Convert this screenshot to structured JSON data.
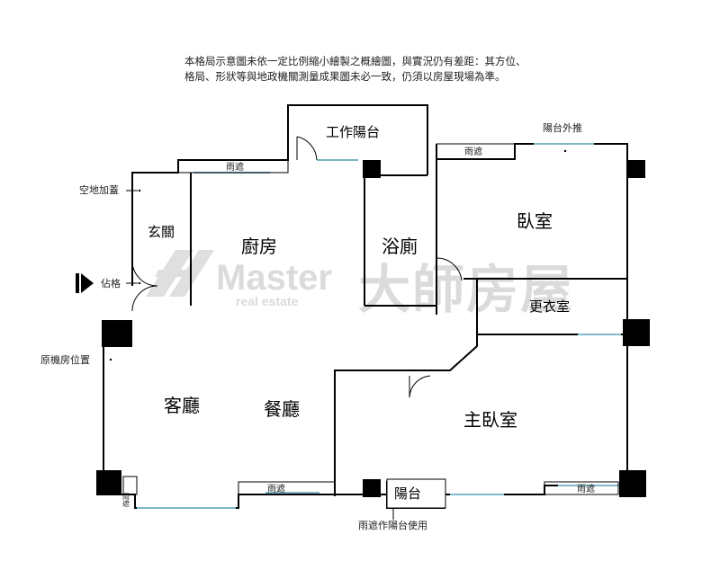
{
  "disclaimer": {
    "line1": "本格局示意圖未依一定比例縮小繪製之概繪圖，與實況仍有差距：其方位、",
    "line2": "格局、形狀等與地政機關測量成果圖未必一致，仍須以房屋現場為準。"
  },
  "rooms": {
    "work_balcony": "工作陽台",
    "entrance": "玄關",
    "kitchen": "廚房",
    "bathroom": "浴廁",
    "bedroom": "臥室",
    "closet": "更衣室",
    "living_room": "客廳",
    "dining_room": "餐廳",
    "master_bedroom": "主臥室",
    "balcony": "陽台"
  },
  "annotations": {
    "canopy_top": "雨遮",
    "canopy_right_top": "雨遮",
    "canopy_bottom_left": "雨遮",
    "canopy_bottom_mid": "雨遮",
    "canopy_bottom_right": "雨遮",
    "balcony_extended": "陽台外推",
    "void_cover": "空地加蓋",
    "entrance_marker": "佔格",
    "original_machine_room": "原機房位置",
    "canopy_used_as_balcony": "雨遮作陽台使用"
  },
  "watermark": {
    "brand": "Master",
    "sub": "real estate",
    "chinese": "大師房屋"
  },
  "colors": {
    "wall": "#000000",
    "window": "#7fb8c8",
    "watermark": "#d8d8d8"
  }
}
